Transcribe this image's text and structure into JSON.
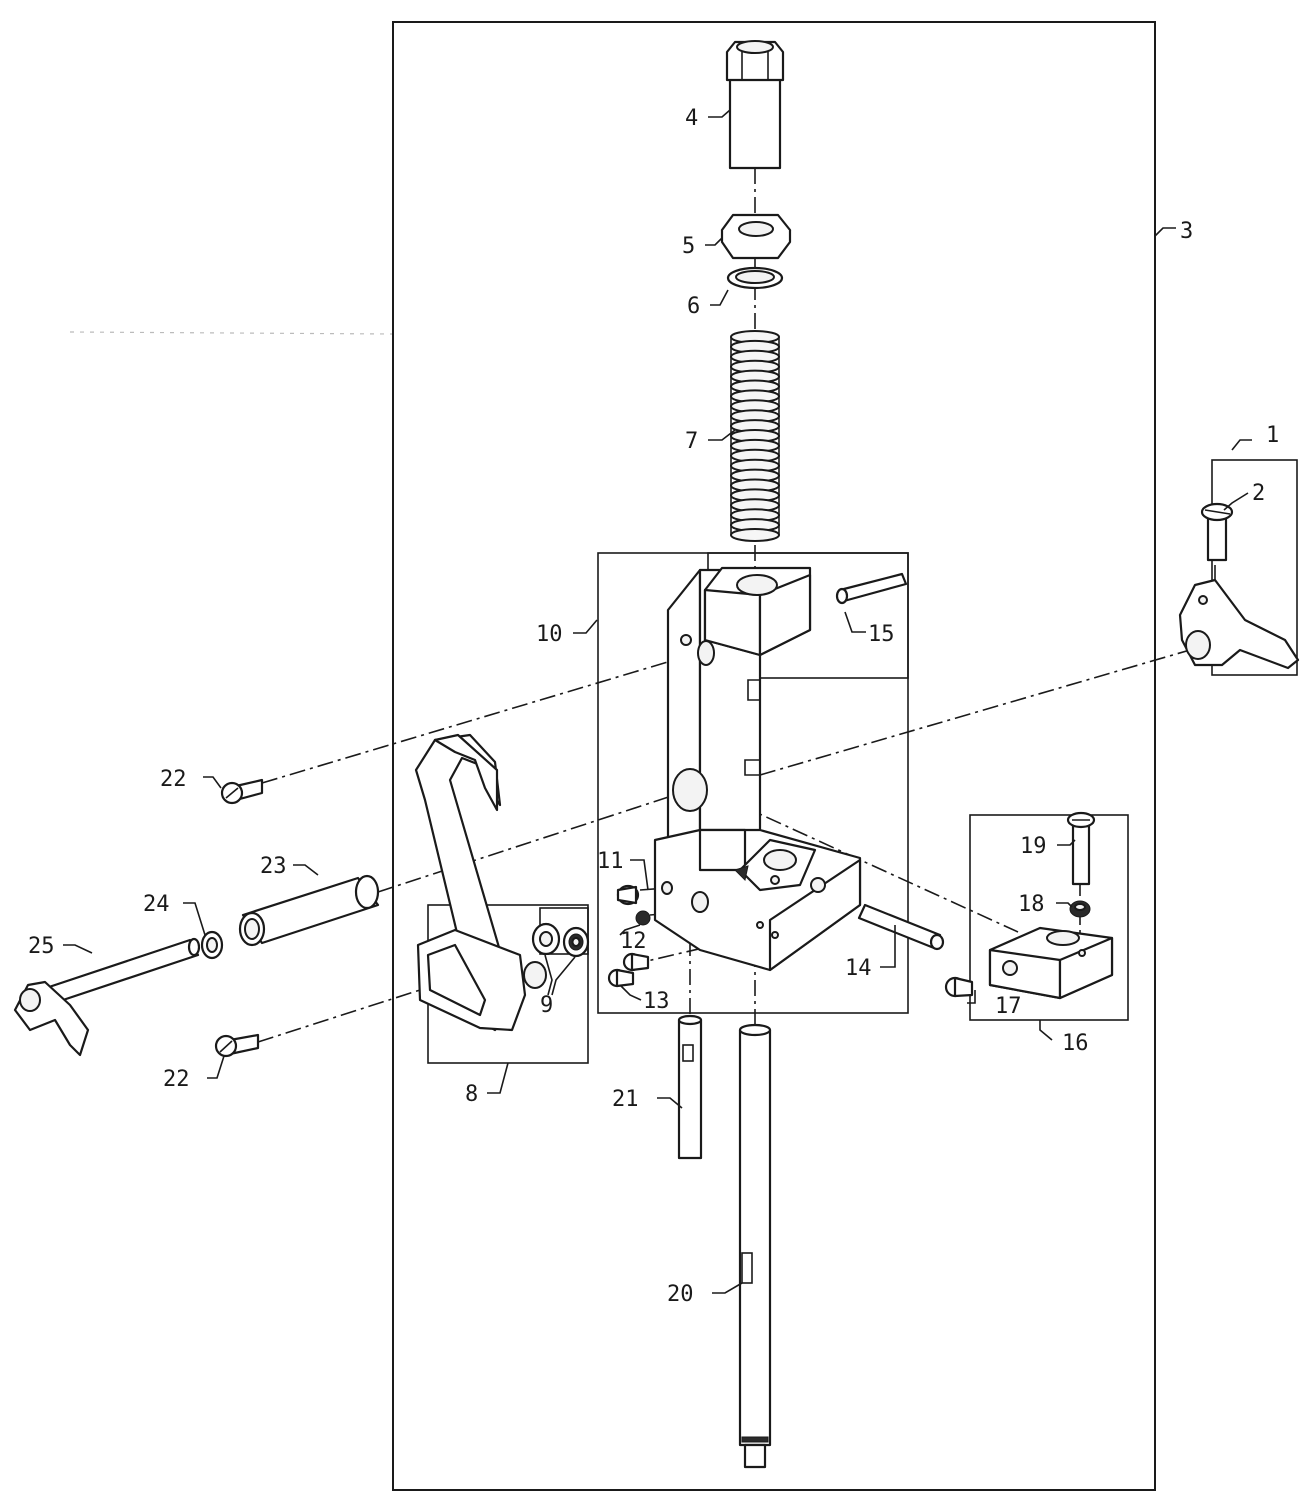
{
  "labels": [
    "1",
    "2",
    "3",
    "4",
    "5",
    "6",
    "7",
    "8",
    "9",
    "10",
    "11",
    "12",
    "13",
    "14",
    "15",
    "16",
    "17",
    "18",
    "19",
    "20",
    "21",
    "22",
    "22",
    "23",
    "24",
    "25"
  ],
  "colors": {
    "ink": "#1a1a1a",
    "paper": "#ffffff"
  }
}
